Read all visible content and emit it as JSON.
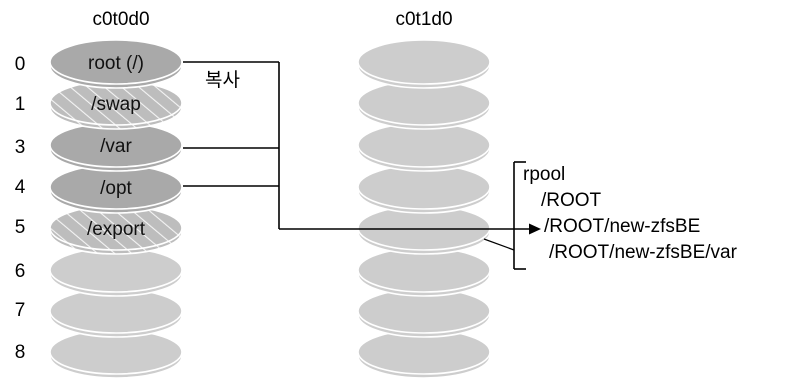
{
  "disks": {
    "source": {
      "name": "c0t0d0",
      "slices": [
        {
          "number": "0",
          "label": "root (/)",
          "shade": "solid"
        },
        {
          "number": "1",
          "label": "/swap",
          "shade": "hatched"
        },
        {
          "number": "3",
          "label": "/var",
          "shade": "solid"
        },
        {
          "number": "4",
          "label": "/opt",
          "shade": "solid"
        },
        {
          "number": "5",
          "label": "/export",
          "shade": "hatched"
        },
        {
          "number": "6",
          "label": "",
          "shade": "empty"
        },
        {
          "number": "7",
          "label": "",
          "shade": "empty"
        },
        {
          "number": "8",
          "label": "",
          "shade": "empty"
        }
      ]
    },
    "target": {
      "name": "c0t1d0",
      "slice_count": 8
    }
  },
  "copy_label": "복사",
  "pool": {
    "name": "rpool",
    "datasets": [
      "/ROOT",
      "/ROOT/new-zfsBE",
      "/ROOT/new-zfsBE/var"
    ]
  },
  "colors": {
    "solid_slice": "#a9a9a9",
    "empty_slice": "#cdcdcd",
    "hatch_base": "#bdbdbd",
    "hatch_line": "#f4f4f4",
    "outline": "#ffffff",
    "lines": "#000000"
  }
}
